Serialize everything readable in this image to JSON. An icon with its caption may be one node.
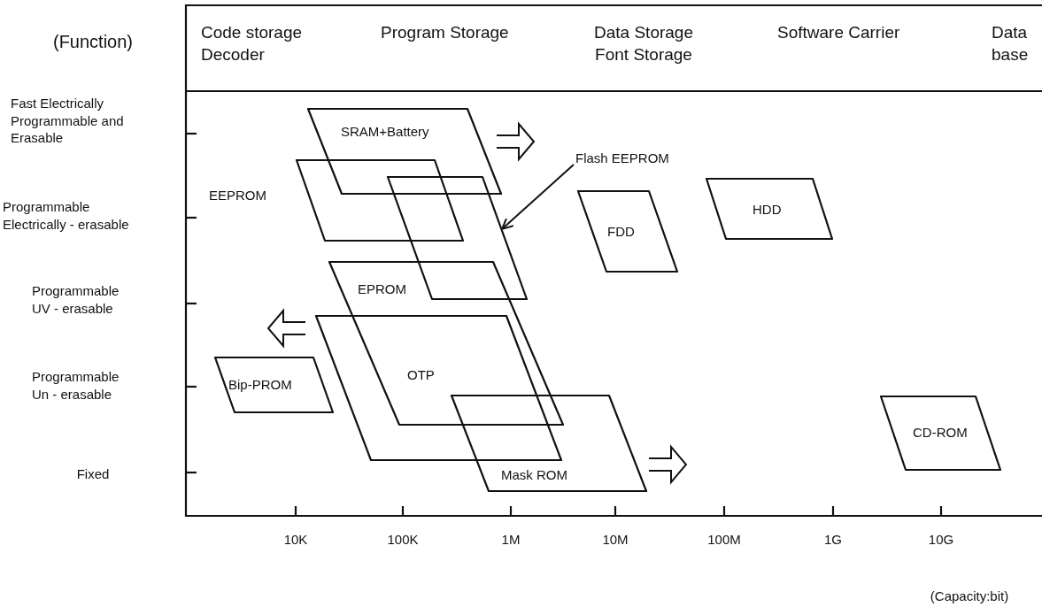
{
  "diagram": {
    "nodes": [
      {
        "text": [
          "SRAM+Battery"
        ]
      },
      {
        "text": [
          "Flash EEPROM"
        ]
      },
      {
        "text": [
          "EEPROM"
        ]
      },
      {
        "text": [],
        "shape": "box"
      },
      {
        "text": [
          "FDD"
        ]
      },
      {
        "text": [
          "HDD"
        ]
      },
      {
        "text": [
          "EPROM"
        ]
      },
      {
        "text": [
          "OTP"
        ]
      },
      {
        "text": [
          "Bip-PROM"
        ]
      },
      {
        "text": [
          "CD-ROM"
        ]
      },
      {
        "text": [
          "Mask ROM"
        ]
      }
    ],
    "edges": [
      {
        "from": 1,
        "to": 3,
        "arrow": "to"
      }
    ],
    "labels": [
      "(Function)",
      "Code storage Decoder",
      "Program Storage",
      "Data Storage Font Storage",
      "Software Carrier",
      "Data base",
      "Fast Electrically Programmable and Erasable",
      "Programmable Electrically - erasable",
      "Programmable UV - erasable",
      "Programmable Un - erasable",
      "Fixed",
      "10K",
      "100K",
      "1M",
      "10M",
      "100M",
      "1G",
      "10G",
      "(Capacity:bit)"
    ]
  }
}
